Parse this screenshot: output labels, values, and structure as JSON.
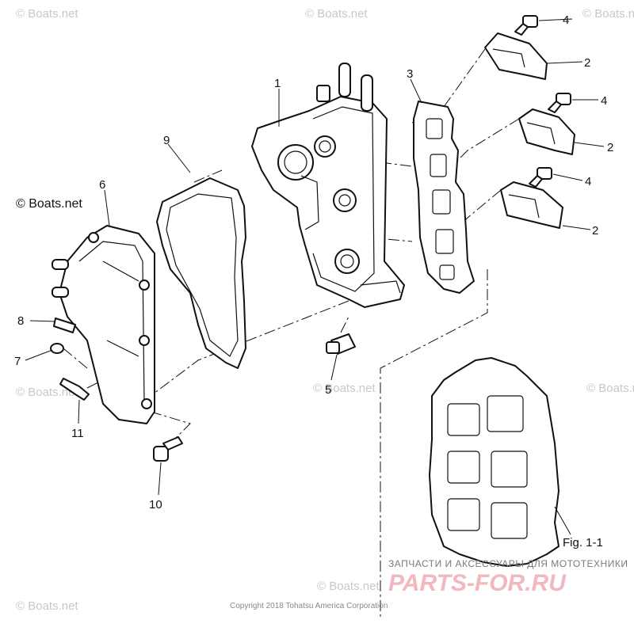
{
  "diagram": {
    "callouts": [
      "1",
      "2",
      "2",
      "2",
      "3",
      "4",
      "4",
      "4",
      "5",
      "6",
      "7",
      "8",
      "9",
      "10",
      "11"
    ],
    "figure_label": "Fig. 1-1",
    "watermark": "© Boats.net",
    "dealer_title": "ЗАПЧАСТИ И АКСЕССУАРЫ ДЛЯ МОТОТЕХНИКИ",
    "dealer_logo": "PARTS-FOR.RU",
    "copyright": "Copyright 2018 Tohatsu America Corporation"
  }
}
